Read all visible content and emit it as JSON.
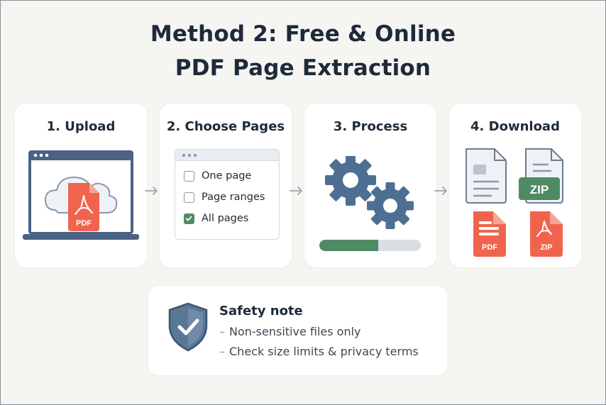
{
  "title": {
    "line1": "Method 2: Free & Online",
    "line2": "PDF Page Extraction"
  },
  "steps": [
    {
      "label": "1. Upload",
      "file_badge": "PDF"
    },
    {
      "label": "2. Choose Pages",
      "options": [
        {
          "label": "One page",
          "checked": false
        },
        {
          "label": "Page ranges",
          "checked": false
        },
        {
          "label": "All pages",
          "checked": true
        }
      ]
    },
    {
      "label": "3. Process",
      "progress": 0.58
    },
    {
      "label": "4. Download",
      "files": [
        {
          "badge": "",
          "icon": "document-icon"
        },
        {
          "badge": "ZIP",
          "icon": "zip-file-icon"
        },
        {
          "badge": "PDF",
          "icon": "pdf-file-icon"
        },
        {
          "badge": "ZIP",
          "icon": "zip-pdf-file-icon"
        }
      ]
    }
  ],
  "safety": {
    "title": "Safety note",
    "items": [
      "Non-sensitive files only",
      "Check size limits & privacy terms"
    ]
  },
  "colors": {
    "accent_green": "#4f8a64",
    "accent_red": "#f0644e",
    "gear_blue": "#4e6f92",
    "navy": "#3d5474"
  }
}
